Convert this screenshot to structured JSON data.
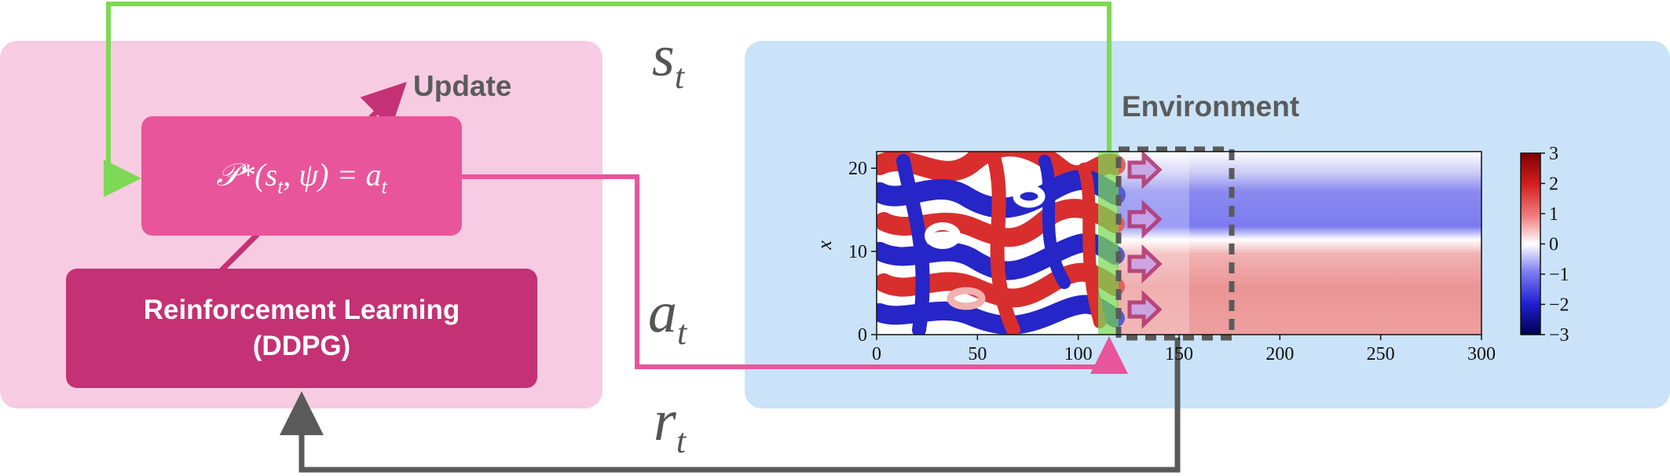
{
  "labels": {
    "update": "Update",
    "environment": "Environment",
    "policy_func": "𝒫*(",
    "policy_st": "s",
    "policy_t_sub": "t",
    "policy_mid": ", ψ) = ",
    "policy_a": "a",
    "rl_line1": "Reinforcement Learning",
    "rl_line2": "(DDPG)",
    "state_symbol": "s",
    "action_symbol": "a",
    "reward_symbol": "r",
    "time_subscript": "t"
  },
  "plot": {
    "ylabel": "x",
    "x_ticks": [
      "0",
      "50",
      "100",
      "150",
      "200",
      "250",
      "300"
    ],
    "y_ticks": [
      "0",
      "10",
      "20"
    ],
    "xlim": [
      0,
      300
    ],
    "ylim": [
      0,
      22
    ],
    "colorbar_ticks": [
      "3",
      "2",
      "1",
      "0",
      "−1",
      "−2",
      "−3"
    ],
    "colorbar_range": [
      -3,
      3
    ],
    "colormap": "seismic"
  },
  "colors": {
    "agent_panel": "#f7cce2",
    "env_panel": "#cae3f8",
    "policy_box": "#e9559a",
    "rl_box": "#c43174",
    "state_arrow": "#7ed957",
    "action_arrow": "#e9559a",
    "reward_arrow": "#5a5a5a",
    "update_arrow": "#c43174",
    "jet_arrow": "#b23a74"
  }
}
